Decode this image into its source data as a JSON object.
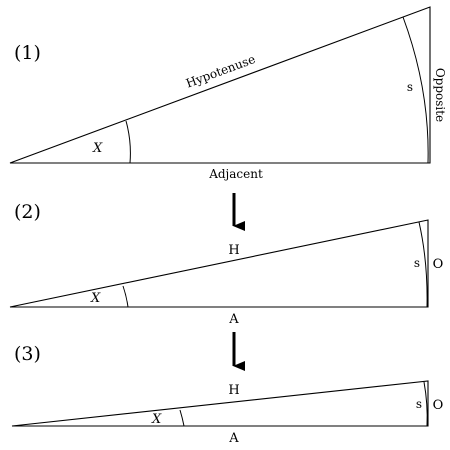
{
  "figure": {
    "panels": [
      {
        "step": "(1)",
        "angle": "X",
        "hypotenuse": "Hypotenuse",
        "adjacent": "Adjacent",
        "opposite": "Opposite",
        "arc": "s"
      },
      {
        "step": "(2)",
        "angle": "X",
        "hypotenuse": "H",
        "adjacent": "A",
        "opposite": "O",
        "arc": "s"
      },
      {
        "step": "(3)",
        "angle": "X",
        "hypotenuse": "H",
        "adjacent": "A",
        "opposite": "O",
        "arc": "s"
      }
    ]
  }
}
